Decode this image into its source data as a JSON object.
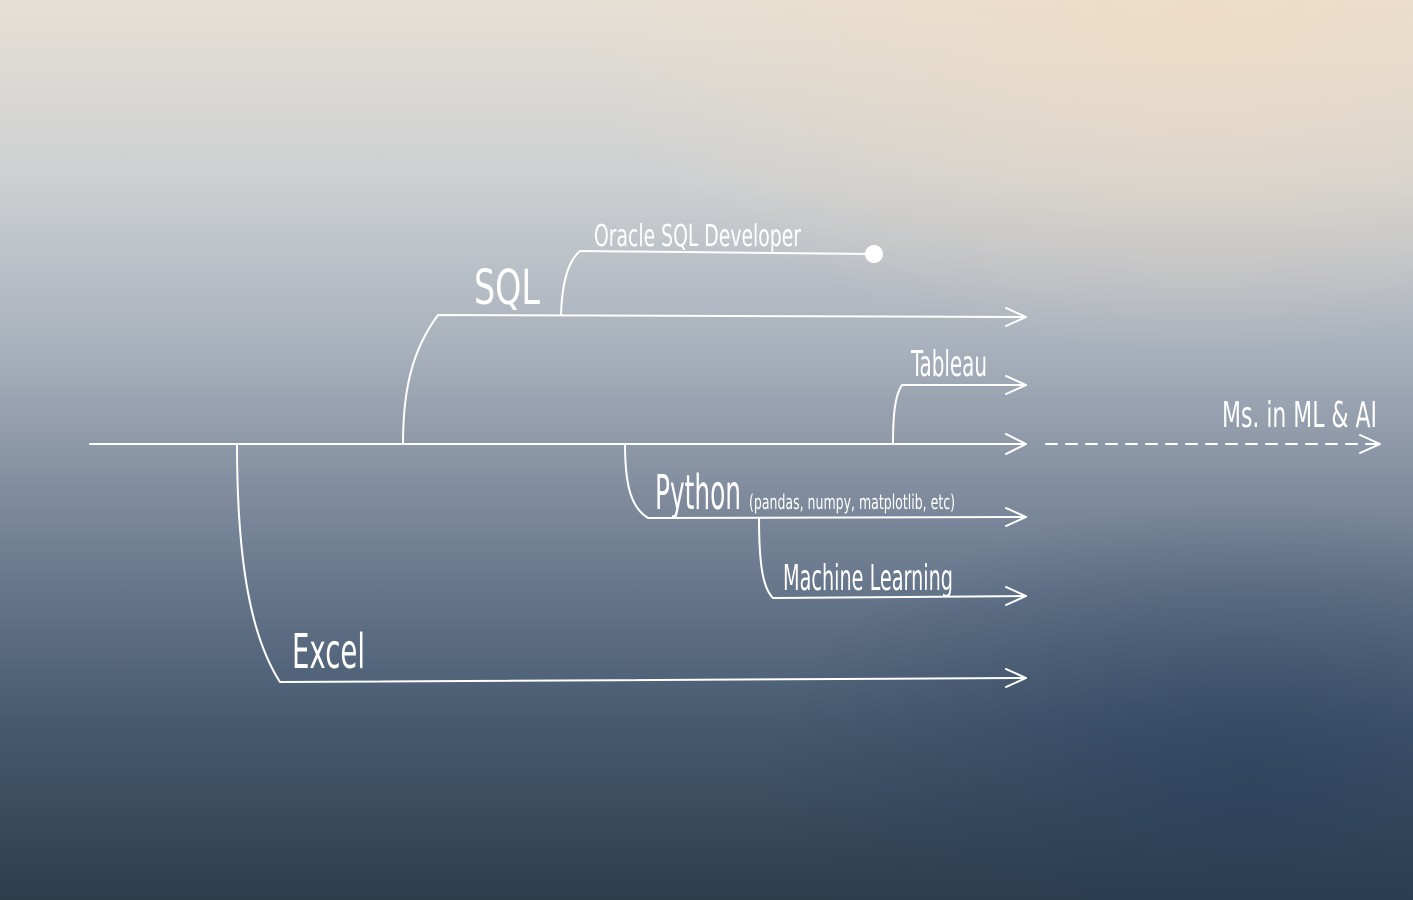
{
  "diagram": {
    "branches": {
      "sql": "SQL",
      "oracle": "Oracle SQL Developer",
      "tableau": "Tableau",
      "python": "Python",
      "python_note": "(pandas, numpy, matplotlib, etc)",
      "ml": "Machine Learning",
      "excel": "Excel"
    },
    "goal": "Ms. in ML & AI"
  }
}
